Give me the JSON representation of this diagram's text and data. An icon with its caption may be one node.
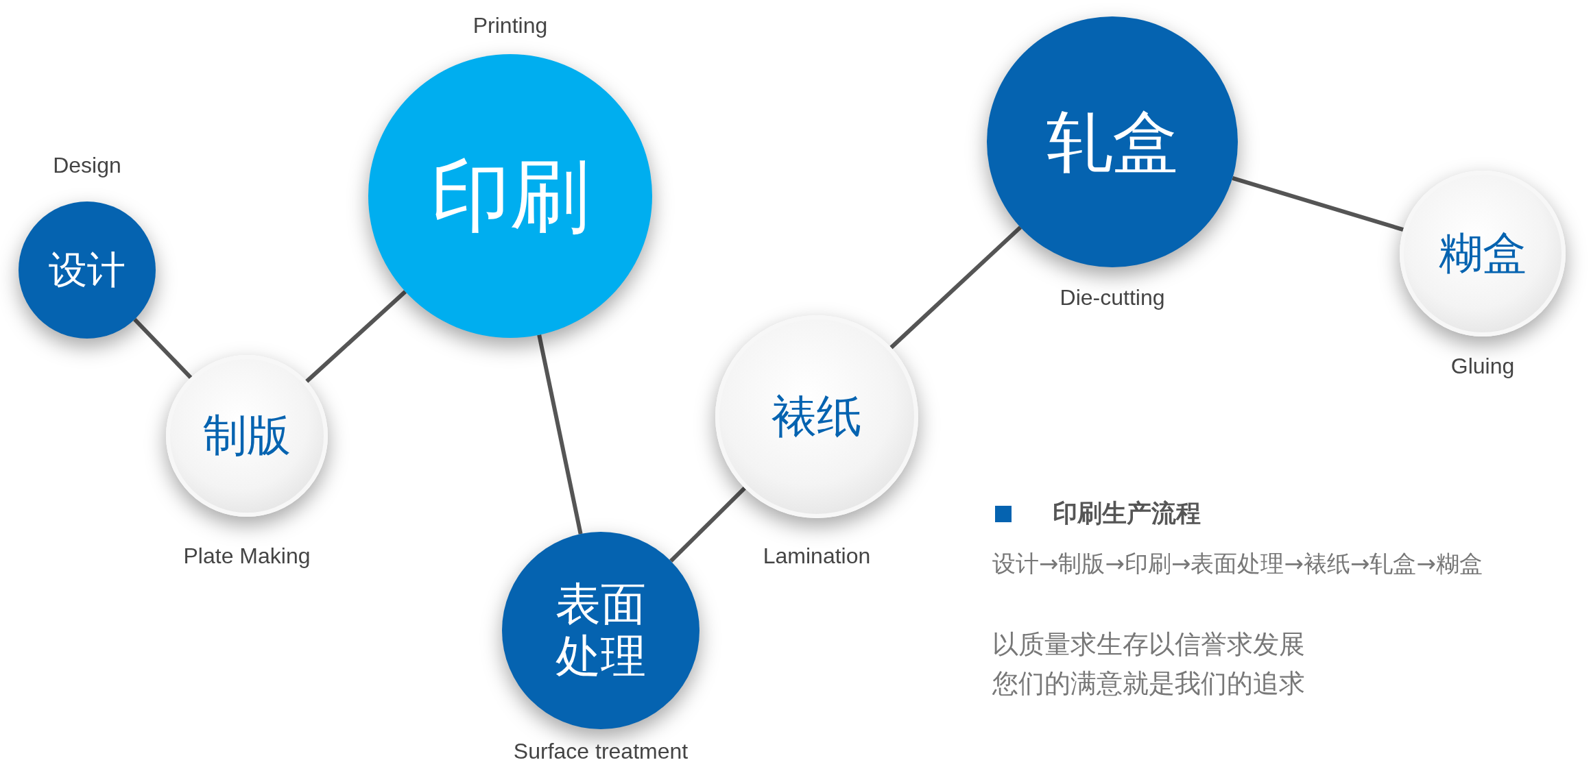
{
  "diagram": {
    "nodes": [
      {
        "text": [
          "设计"
        ],
        "beside": [
          "Design"
        ]
      },
      {
        "text": [
          "制版"
        ],
        "beside": [
          "Plate Making"
        ]
      },
      {
        "text": [
          "印刷"
        ],
        "beside": [
          "Printing"
        ]
      },
      {
        "text": [
          "表面处理"
        ],
        "beside": [
          "Surface treatment"
        ]
      },
      {
        "text": [
          "裱纸"
        ],
        "beside": [
          "Lamination"
        ]
      },
      {
        "text": [
          "轧盒"
        ],
        "beside": [
          "Die-cutting"
        ]
      },
      {
        "text": [
          "糊盒"
        ],
        "beside": [
          "Gluing"
        ]
      }
    ],
    "edges": [
      {
        "from": 0,
        "to": 1,
        "arrow": "none"
      },
      {
        "from": 1,
        "to": 2,
        "arrow": "none"
      },
      {
        "from": 2,
        "to": 3,
        "arrow": "none"
      },
      {
        "from": 3,
        "to": 4,
        "arrow": "none"
      },
      {
        "from": 4,
        "to": 5,
        "arrow": "none"
      },
      {
        "from": 5,
        "to": 6,
        "arrow": "none"
      }
    ],
    "labels": [
      "印刷生产流程",
      "设计→制版→印刷→表面处理→裱纸→轧盒→糊盒",
      "以质量求生存以信誉求发展",
      "您们的满意就是我们的追求"
    ]
  }
}
